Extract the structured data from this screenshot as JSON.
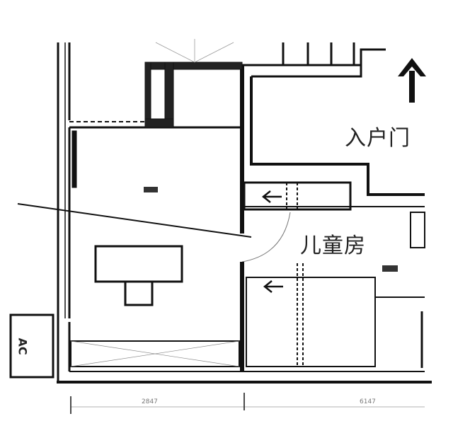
{
  "labels": {
    "entrance": "入户门",
    "kids_room": "儿童房",
    "ac": "AC"
  },
  "dimensions": [
    "2847",
    "6147"
  ],
  "icons": [
    "arrow-up-icon",
    "arrow-left-icon"
  ]
}
